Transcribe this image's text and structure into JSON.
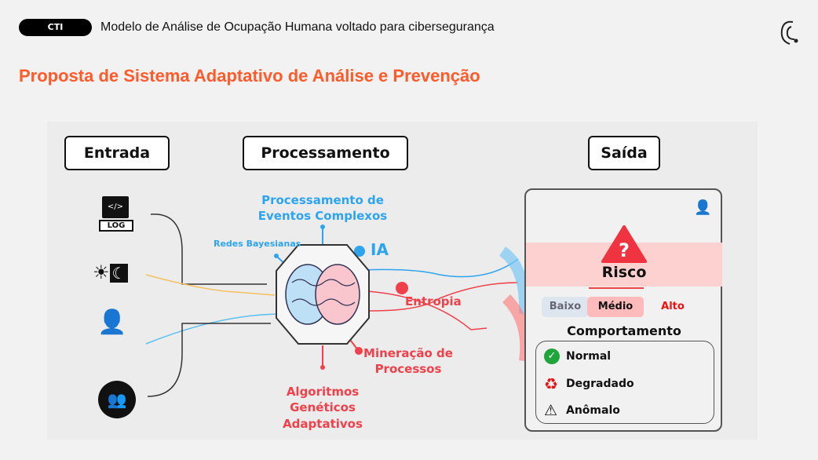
{
  "header": {
    "badge": "CTI",
    "subtitle": "Modelo de Análise de Ocupação Humana voltado para cibersegurança",
    "title": "Proposta de Sistema Adaptativo de Análise e Prevenção"
  },
  "diagram": {
    "sections": {
      "input": "Entrada",
      "processing": "Processamento",
      "output": "Saída"
    },
    "inputs": {
      "log_label": "LOG"
    },
    "techniques": {
      "cep": "Processamento de Eventos Complexos",
      "bayes": "Redes Bayesianas",
      "ia": "IA",
      "entropy": "Entropia",
      "mining": "Mineração de Processos",
      "genetic": "Algoritmos Genéticos Adaptativos"
    },
    "output": {
      "risk": "Risco",
      "levels": [
        "Baixo",
        "Médio",
        "Alto"
      ],
      "behavior_title": "Comportamento",
      "behaviors": [
        "Normal",
        "Degradado",
        "Anômalo"
      ]
    }
  },
  "colors": {
    "accent": "#ff5a2a",
    "blue": "#2ea4ee",
    "red": "#f0404a"
  }
}
